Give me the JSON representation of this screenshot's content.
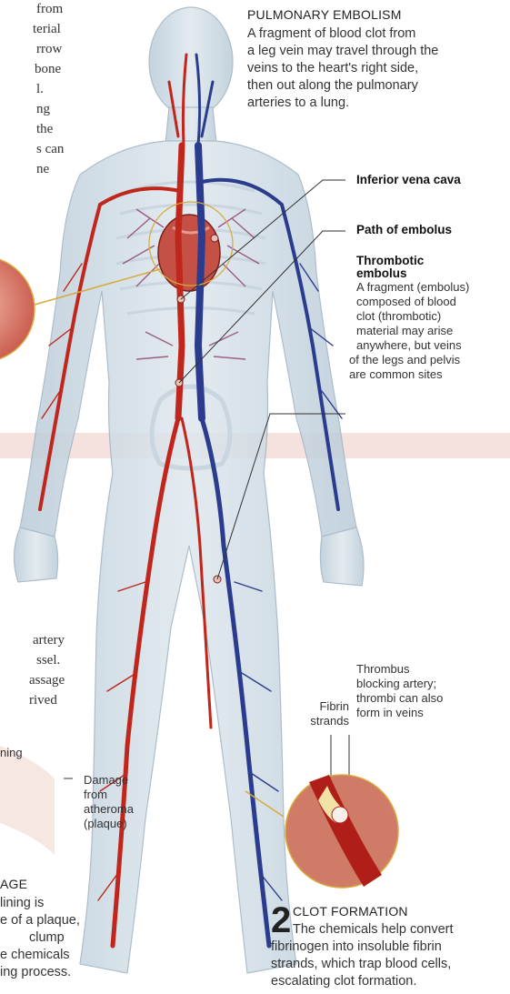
{
  "pulmonary": {
    "heading": "PULMONARY EMBOLISM",
    "lines": [
      "A fragment of blood clot from",
      "a leg vein may travel through the",
      "veins to the heart's right side,",
      "then out along the pulmonary",
      "arteries to a lung."
    ]
  },
  "labels": {
    "ivc": "Inferior vena cava",
    "path": "Path of embolus",
    "thrombotic_1": "Thrombotic",
    "thrombotic_2": "embolus",
    "thrombotic_desc": [
      "A fragment (embolus)",
      "composed of blood",
      "clot (thrombotic)",
      "material may arise",
      "anywhere, but veins",
      "of the legs and pelvis",
      "are common sites"
    ],
    "thrombus": [
      "Thrombus",
      "blocking artery;",
      "thrombi can also",
      "form in veins"
    ],
    "fibrin": [
      "Fibrin",
      "strands"
    ],
    "damage": [
      "Damage",
      "from",
      "atheroma",
      "(plaque)"
    ]
  },
  "clot_formation": {
    "number": "2",
    "heading": "CLOT FORMATION",
    "lines": [
      "The chemicals help convert",
      "fibrinogen into insoluble fibrin",
      "strands, which trap blood cells,",
      "escalating clot formation."
    ]
  },
  "left_cut": {
    "top": [
      "from",
      "terial",
      "rrow",
      "bone",
      "l.",
      "ng",
      "the",
      "s can",
      "ne"
    ],
    "mid": [
      "artery",
      "ssel.",
      "assage",
      "rived"
    ],
    "ning": "ning",
    "age": "AGE",
    "bottom": [
      "lining is",
      "e of a plaque,",
      "clump",
      "e chemicals",
      "ing process."
    ]
  },
  "colors": {
    "artery": "#c0261c",
    "vein": "#2b3c8e",
    "leader": "#d9a93a",
    "band": "#f5e2df"
  }
}
